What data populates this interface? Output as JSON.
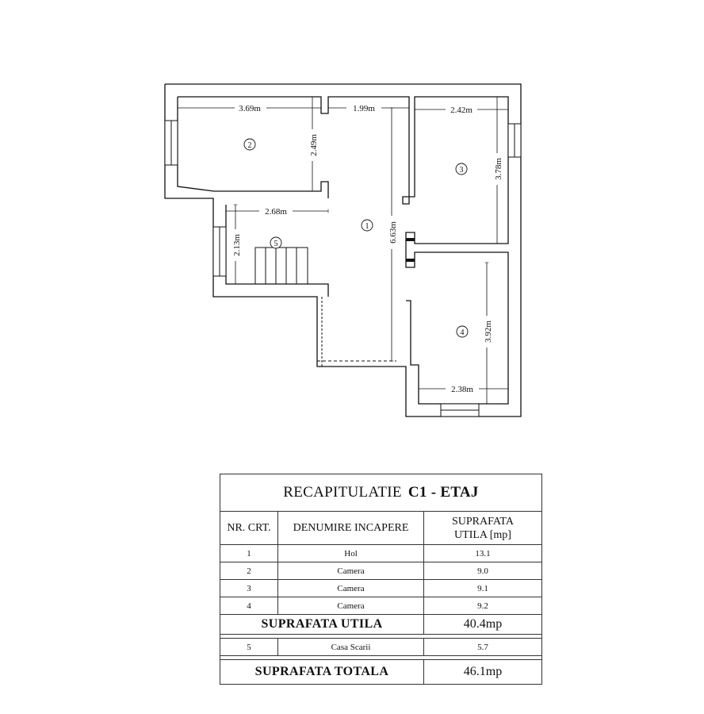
{
  "plan": {
    "dimensions": {
      "room2_width": "3.69m",
      "room2_height": "2.49m",
      "hall_width": "1.99m",
      "hall_length": "6.63m",
      "room3_width": "2.42m",
      "room3_height": "3.78m",
      "room5_width": "2.68m",
      "room5_height": "2.13m",
      "room4_height": "3.92m",
      "room4_width": "2.38m"
    },
    "room_labels": {
      "r1": "1",
      "r2": "2",
      "r3": "3",
      "r4": "4",
      "r5": "5"
    }
  },
  "recap": {
    "title_prefix": "RECAPITULATIE",
    "title_code": "C1 - ETAJ",
    "headers": {
      "nr": "NR. CRT.",
      "name": "DENUMIRE INCAPERE",
      "area_line1": "SUPRAFATA",
      "area_line2": "UTILA [mp]"
    },
    "rows": [
      {
        "nr": "1",
        "name": "Hol",
        "area": "13.1"
      },
      {
        "nr": "2",
        "name": "Camera",
        "area": "9.0"
      },
      {
        "nr": "3",
        "name": "Camera",
        "area": "9.1"
      },
      {
        "nr": "4",
        "name": "Camera",
        "area": "9.2"
      }
    ],
    "useful_label": "SUPRAFATA UTILA",
    "useful_value": "40.4mp",
    "stair_row": {
      "nr": "5",
      "name": "Casa Scarii",
      "area": "5.7"
    },
    "total_label": "SUPRAFATA TOTALA",
    "total_value": "46.1mp"
  }
}
